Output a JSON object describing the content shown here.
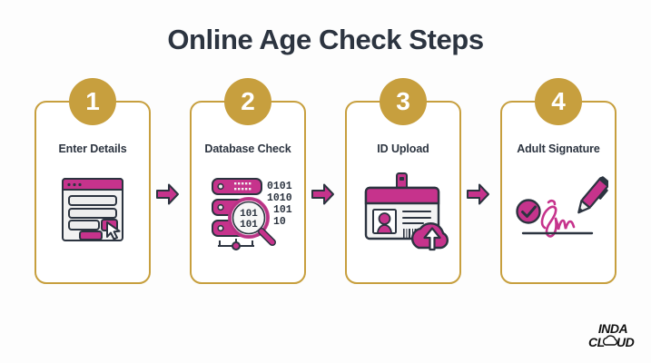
{
  "page": {
    "title": "Online Age Check Steps",
    "background_color": "#FDFDFD"
  },
  "colors": {
    "gold": "#C79F3E",
    "magenta": "#C6338C",
    "dark": "#2C3440",
    "light_gray": "#EDEDED",
    "white": "#FFFFFF"
  },
  "steps": [
    {
      "number": "1",
      "label": "Enter Details",
      "icon": "browser-form-icon"
    },
    {
      "number": "2",
      "label": "Database Check",
      "icon": "database-magnifier-icon",
      "binary_lines": [
        "0101",
        "1010",
        "101",
        "10"
      ],
      "magnifier_digits": [
        "101",
        "101"
      ]
    },
    {
      "number": "3",
      "label": "ID Upload",
      "icon": "id-card-cloud-upload-icon"
    },
    {
      "number": "4",
      "label": "Adult Signature",
      "icon": "signature-pen-check-icon"
    }
  ],
  "arrows": [
    {
      "name": "arrow-step-1-to-2"
    },
    {
      "name": "arrow-step-2-to-3"
    },
    {
      "name": "arrow-step-3-to-4"
    }
  ],
  "logo": {
    "line1": "INDA",
    "line2_before": "CL",
    "line2_after": "UD",
    "full_text": "INDA CLOUD"
  }
}
